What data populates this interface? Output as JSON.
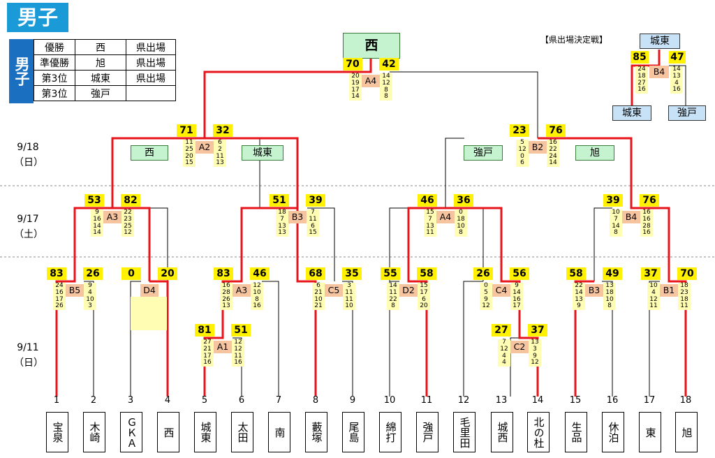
{
  "title": "男子",
  "summary": {
    "side": "男子",
    "rows": [
      [
        "優勝",
        "西",
        "県出場"
      ],
      [
        "準優勝",
        "旭",
        "県出場"
      ],
      [
        "第3位",
        "城東",
        "県出場"
      ],
      [
        "第3位",
        "強戸",
        ""
      ]
    ]
  },
  "champion": "西",
  "playoff_title": "【県出場決定戦】",
  "playoff": {
    "top": "城東",
    "left": "城東",
    "right": "強戸",
    "label": "B4",
    "score_left": "85",
    "score_right": "47",
    "sets_left": "24\n18\n27\n16",
    "sets_right": "14\n13\n4\n16"
  },
  "dates": [
    {
      "t": "9/18\n（日）"
    },
    {
      "t": "9/17\n（土）"
    },
    {
      "t": "9/11\n（日）"
    }
  ],
  "teams": [
    {
      "n": "1",
      "name": "宝泉"
    },
    {
      "n": "2",
      "name": "木崎"
    },
    {
      "n": "3",
      "name": "ＧＫＡ"
    },
    {
      "n": "4",
      "name": "西"
    },
    {
      "n": "5",
      "name": "城東"
    },
    {
      "n": "6",
      "name": "太田"
    },
    {
      "n": "7",
      "name": "南"
    },
    {
      "n": "8",
      "name": "藪塚"
    },
    {
      "n": "9",
      "name": "尾島"
    },
    {
      "n": "10",
      "name": "綿打"
    },
    {
      "n": "11",
      "name": "強戸"
    },
    {
      "n": "12",
      "name": "毛里田"
    },
    {
      "n": "13",
      "name": "城西"
    },
    {
      "n": "14",
      "name": "北の杜"
    },
    {
      "n": "15",
      "name": "生品"
    },
    {
      "n": "16",
      "name": "休泊"
    },
    {
      "n": "17",
      "name": "東"
    },
    {
      "n": "18",
      "name": "旭"
    }
  ],
  "semifinal_winners": {
    "left": "西",
    "left2": "城東",
    "right": "強戸",
    "right2": "旭"
  },
  "matches": [
    {
      "lab": "A4",
      "a": "70",
      "b": "42",
      "sa": "20\n19\n17\n14",
      "sb": "14\n12\n8\n8"
    },
    {
      "lab": "A2",
      "a": "71",
      "b": "32",
      "sa": "11\n25\n20\n15",
      "sb": "6\n2\n11\n13"
    },
    {
      "lab": "B2",
      "a": "23",
      "b": "76",
      "sa": "5\n12\n0\n6",
      "sb": "16\n22\n24\n14"
    },
    {
      "lab": "A3",
      "a": "53",
      "b": "82",
      "sa": "9\n16\n14\n14",
      "sb": "22\n23\n25\n12"
    },
    {
      "lab": "B3",
      "a": "51",
      "b": "39",
      "sa": "18\n7\n13\n13",
      "sb": "7\n11\n6\n15"
    },
    {
      "lab": "A4",
      "a": "46",
      "b": "36",
      "sa": "15\n7\n13\n11",
      "sb": "0\n18\n10\n8"
    },
    {
      "lab": "B4",
      "a": "39",
      "b": "76",
      "sa": "10\n7\n14\n8",
      "sb": "16\n16\n28\n16"
    },
    {
      "lab": "B5",
      "a": "83",
      "b": "26",
      "sa": "24\n16\n17\n26",
      "sb": "9\n4\n10\n3"
    },
    {
      "lab": "D4",
      "a": "0",
      "b": "20",
      "sa": "",
      "sb": ""
    },
    {
      "lab": "A3",
      "a": "83",
      "b": "46",
      "sa": "16\n28\n26\n13",
      "sb": "12\n10\n8\n16"
    },
    {
      "lab": "C5",
      "a": "68",
      "b": "35",
      "sa": "6\n21\n10\n21",
      "sb": "3\n11\n11\n10"
    },
    {
      "lab": "D2",
      "a": "55",
      "b": "58",
      "sa": "14\n11\n22\n8",
      "sb": "15\n17\n6\n20"
    },
    {
      "lab": "C4",
      "a": "26",
      "b": "56",
      "sa": "0\n5\n9\n12",
      "sb": "9\n14\n16\n17"
    },
    {
      "lab": "B3",
      "a": "58",
      "b": "49",
      "sa": "22\n14\n13\n9",
      "sb": "13\n18\n10\n8"
    },
    {
      "lab": "B1",
      "a": "37",
      "b": "70",
      "sa": "10\n4\n12\n11",
      "sb": "18\n23\n18\n11"
    },
    {
      "lab": "A1",
      "a": "81",
      "b": "51",
      "sa": "27\n21\n17\n16",
      "sb": "12\n12\n11\n16"
    },
    {
      "lab": "C2",
      "a": "27",
      "b": "37",
      "sa": "7\n12\n4\n4",
      "sb": "13\n3\n9\n12"
    }
  ],
  "colors": {
    "win_line": "#e8141c",
    "score_bg": "#fff100",
    "sets_bg": "#fffcb3",
    "label_bg": "#f7c4a0",
    "team_box_bg": "#c5f2cf",
    "playoff_box_bg": "#c7e2f7",
    "header_bg": "#1b9ad8",
    "side_bg": "#1b6fc0"
  }
}
